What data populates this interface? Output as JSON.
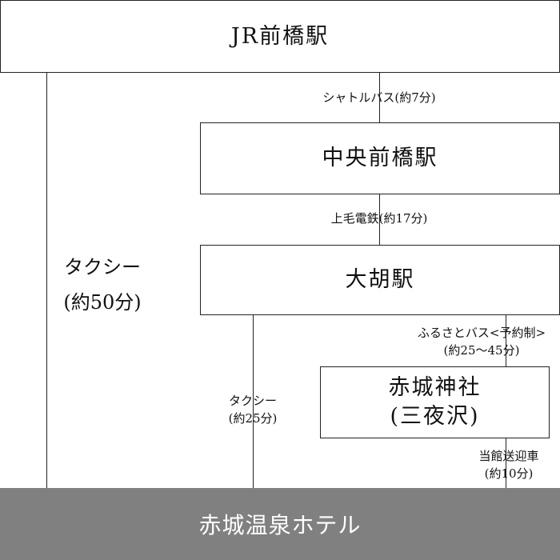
{
  "stations": {
    "jr_maebashi": "JR前橋駅",
    "chuo_maebashi": "中央前橋駅",
    "ogo": "大胡駅",
    "akagi_shrine_line1": "赤城神社",
    "akagi_shrine_line2": "(三夜沢)",
    "destination": "赤城温泉ホテル"
  },
  "routes": {
    "shuttle_bus": "シャトルバス(約7分)",
    "jomo_railway": "上毛電鉄(約17分)",
    "taxi_long_line1": "タクシー",
    "taxi_long_line2": "(約50分)",
    "taxi_short_line1": "タクシー",
    "taxi_short_line2": "(約25分)",
    "furusato_bus_line1": "ふるさとバス<予約制>",
    "furusato_bus_line2": "(約25～45分)",
    "hotel_shuttle_line1": "当館送迎車",
    "hotel_shuttle_line2": "(約10分)"
  },
  "colors": {
    "destination_bg": "#808080",
    "line": "#222222"
  }
}
